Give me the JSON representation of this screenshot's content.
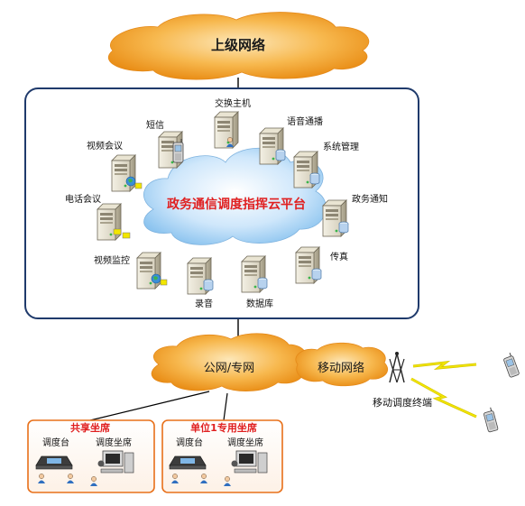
{
  "clouds": {
    "upper_network": "上级网络",
    "platform": "政务通信调度指挥云平台",
    "public_network": "公网/专网",
    "mobile_network": "移动网络"
  },
  "servers": {
    "exchange_host": "交换主机",
    "sms": "短信",
    "voice_broadcast": "语音通播",
    "video_conference": "视频会议",
    "system_management": "系统管理",
    "phone_conference": "电话会议",
    "government_notice": "政务通知",
    "video_surveillance": "视频监控",
    "fax": "传真",
    "recording": "录音",
    "database": "数据库"
  },
  "mobile_terminal_label": "移动调度终端",
  "seat_groups": [
    {
      "title": "共享坐席",
      "console_label": "调度台",
      "seat_label": "调度坐席"
    },
    {
      "title": "单位1专用坐席",
      "console_label": "调度台",
      "seat_label": "调度坐席"
    }
  ],
  "colors": {
    "cloud_orange": "#f5a623",
    "platform_cloud_blue": "#b9dcf7",
    "platform_text_red": "#e02020",
    "frame_navy": "#1f3a6b",
    "seat_box_orange": "#e8701a",
    "lightning_yellow": "#f2e600"
  }
}
